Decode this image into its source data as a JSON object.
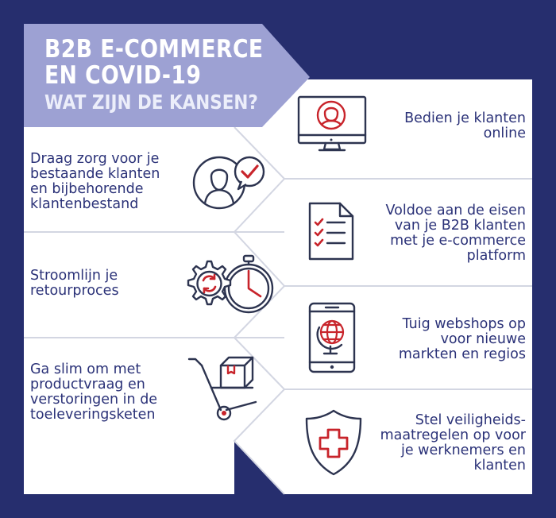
{
  "header": {
    "line1": "B2B E-COMMERCE",
    "line2": "EN COVID-19",
    "subtitle": "WAT ZIJN DE KANSEN?"
  },
  "left_items": [
    {
      "text": "Draag zorg voor je\nbestaande klanten\nen bijbehorende\nklantenbestand",
      "icon": "customer-check-icon"
    },
    {
      "text": "Stroomlijn je\nretourproces",
      "icon": "gear-stopwatch-icon"
    },
    {
      "text": "Ga slim om met\nproductvraag en\nverstoringen in de\ntoeleveringsketen",
      "icon": "hand-truck-icon"
    }
  ],
  "right_items": [
    {
      "text": "Bedien je klanten\nonline",
      "icon": "monitor-user-icon"
    },
    {
      "text": "Voldoe aan de eisen\nvan je B2B klanten\nmet je e-commerce\nplatform",
      "icon": "checklist-document-icon"
    },
    {
      "text": "Tuig webshops op\nvoor nieuwe\nmarkten en regios",
      "icon": "tablet-globe-icon"
    },
    {
      "text": "Stel veiligheids-\nmaatregelen op voor\nje werknemers en\nklanten",
      "icon": "medical-shield-icon"
    }
  ],
  "colors": {
    "background": "#262e6e",
    "title_banner": "#9da1d3",
    "panel": "#ffffff",
    "text": "#2b3278",
    "icon_outline": "#2d3450",
    "icon_accent": "#c8242b"
  }
}
